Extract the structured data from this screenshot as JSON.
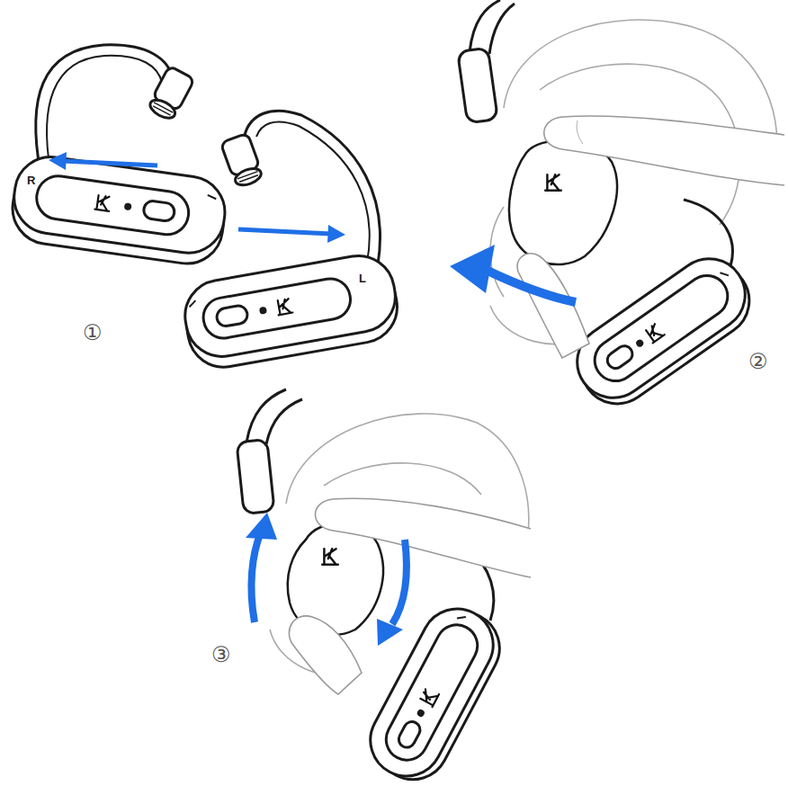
{
  "diagram": {
    "labels": [
      "R",
      "L",
      "①",
      "②",
      "③"
    ]
  }
}
